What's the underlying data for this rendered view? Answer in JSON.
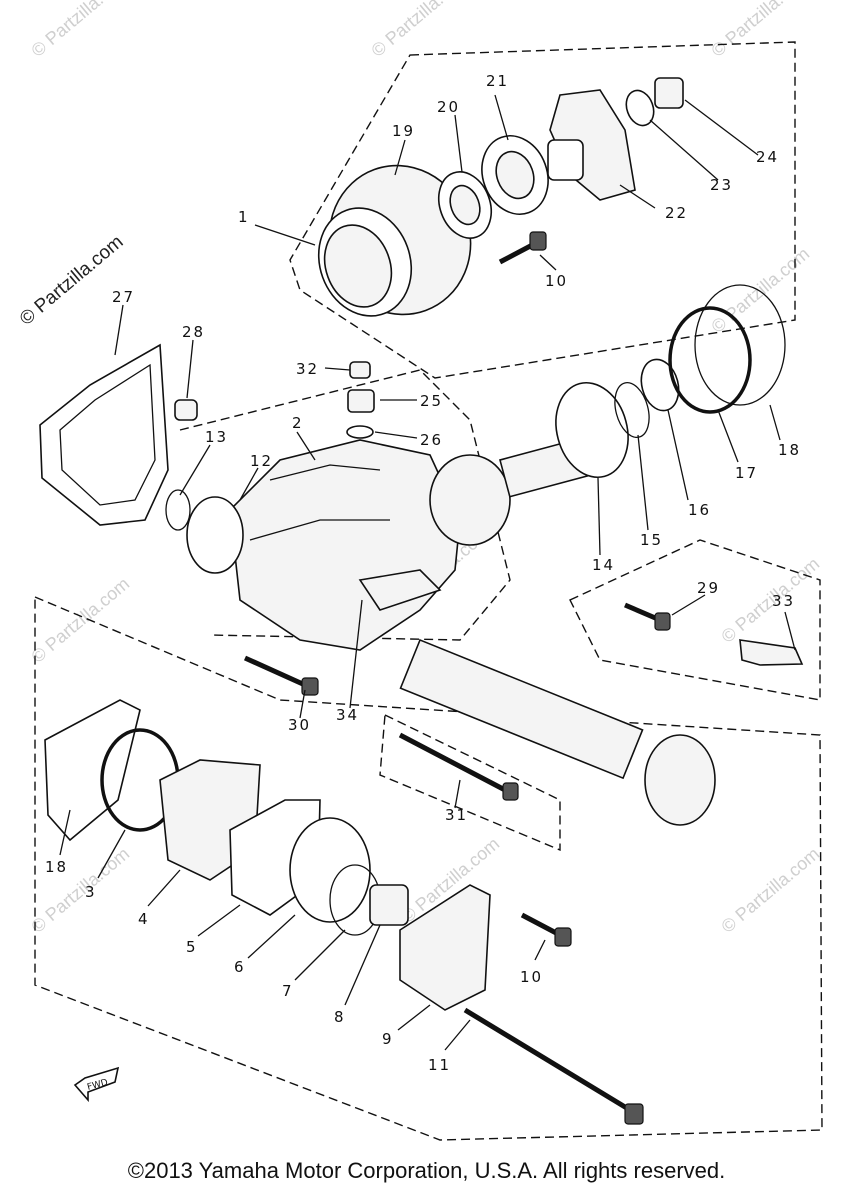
{
  "watermark": "© Partzilla.com",
  "copyright": "©2013 Yamaha Motor Corporation, U.S.A. All rights reserved.",
  "fwd_label": "FWD",
  "parts": {
    "p1": "1",
    "p2": "2",
    "p3": "3",
    "p4": "4",
    "p5": "5",
    "p6": "6",
    "p7": "7",
    "p8": "8",
    "p9": "9",
    "p10a": "10",
    "p10b": "10",
    "p11": "11",
    "p12": "12",
    "p13": "13",
    "p14": "14",
    "p15": "15",
    "p16": "16",
    "p17": "17",
    "p18a": "18",
    "p18b": "18",
    "p19": "19",
    "p20": "20",
    "p21": "21",
    "p22": "22",
    "p23": "23",
    "p24": "24",
    "p25": "25",
    "p26": "26",
    "p27": "27",
    "p28": "28",
    "p29": "29",
    "p30": "30",
    "p31": "31",
    "p32": "32",
    "p33": "33",
    "p34": "34"
  }
}
